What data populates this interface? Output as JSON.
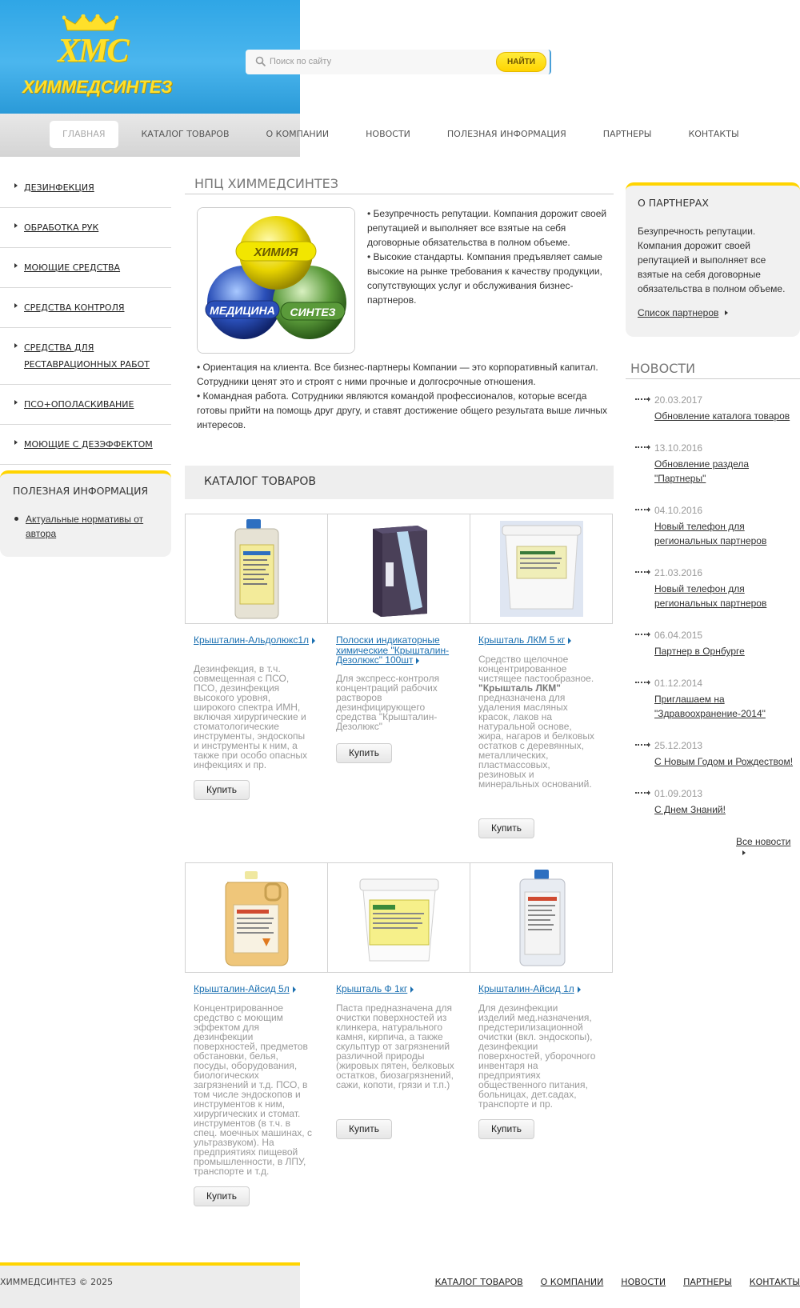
{
  "brand": {
    "logo_mark": "ХМС",
    "logo_name": "ХИММЕДСИНТЕЗ",
    "accent_yellow": "#ffd400",
    "accent_blue": "#2fa6e6"
  },
  "search": {
    "placeholder": "Поиск по сайту",
    "button_label": "НАЙТИ"
  },
  "nav": {
    "items": [
      {
        "label": "ГЛАВНАЯ",
        "active": true
      },
      {
        "label": "КАТАЛОГ ТОВАРОВ"
      },
      {
        "label": "О КОМПАНИИ"
      },
      {
        "label": "НОВОСТИ"
      },
      {
        "label": "ПОЛЕЗНАЯ ИНФОРМАЦИЯ"
      },
      {
        "label": "ПАРТНЕРЫ"
      },
      {
        "label": "КОНТАКТЫ"
      }
    ]
  },
  "left_menu": {
    "items": [
      {
        "label": "ДЕЗИНФЕКЦИЯ"
      },
      {
        "label": "ОБРАБОТКА РУК"
      },
      {
        "label": "МОЮЩИЕ СРЕДСТВА"
      },
      {
        "label": "СРЕДСТВА КОНТРОЛЯ"
      },
      {
        "label": "СРЕДСТВА ДЛЯ РЕСТАВРАЦИОННЫХ РАБОТ"
      },
      {
        "label": "ПСО+ОПОЛАСКИВАНИЕ"
      },
      {
        "label": "МОЮЩИЕ С ДЕЗЭФФЕКТОМ"
      }
    ]
  },
  "useful_info": {
    "title": "ПОЛЕЗНАЯ ИНФОРМАЦИЯ",
    "links": [
      "Актуальные нормативы от автора"
    ]
  },
  "about": {
    "title": "НПЦ ХИММЕДСИНТЕЗ",
    "image_labels": {
      "top": "ХИМИЯ",
      "left": "МЕДИЦИНА",
      "right": "СИНТЕЗ"
    },
    "para1": "• Безупречность репутации. Компания дорожит своей репутацией и выполняет все взятые на себя договорные обязательства в полном объеме.",
    "para2": "• Высокие стандарты. Компания предъявляет самые высокие на рынке требования к качеству продукции, сопутствующих услуг и обслуживания бизнес-партнеров.",
    "para3": "• Ориентация на клиента. Все бизнес-партнеры Компании — это корпоративный капитал. Сотрудники ценят это и строят с ними прочные и долгосрочные отношения.",
    "para4": "• Командная работа. Сотрудники являются командой профессионалов, которые всегда готовы прийти на помощь друг другу, и ставят достижение общего результата выше личных интересов."
  },
  "catalog": {
    "title": "КАТАЛОГ ТОВАРОВ",
    "buy_label": "Купить",
    "products": [
      {
        "title": "Крышталин-Альдолюкс1л",
        "desc": "Дезинфекция, в т.ч. совмещенная с ПСО, ПСО, дезинфекция высокого уровня, широкого спектра ИМН, включая хирургические и стоматологические инструменты, эндоскопы и инструменты к ним, а также при особо опасных инфекциях и пр.",
        "desc_bold": ""
      },
      {
        "title": "Полоски индикаторные химические \"Крышталин-Дезолюкс\" 100шт",
        "desc": "Для экспресс-контроля концентраций рабочих растворов дезинфицирующего средства \"Крышталин-Дезолюкс\"",
        "desc_bold": ""
      },
      {
        "title": "Крышталь ЛКМ 5 кг",
        "desc_pre": "Средство щелочное концентрированное чистящее пастообразное.",
        "desc_bold": "\"Крышталь ЛКМ\"",
        "desc": "предназначена для удаления масляных красок, лаков на натуральной основе, жира, нагаров и белковых остатков с деревянных, металлических, пластмассовых, резиновых и минеральных оснований."
      },
      {
        "title": "Крышталин-Айсид 5л",
        "desc": "Концентрированное средство с моющим эффектом для дезинфекции поверхностей, предметов обстановки, белья, посуды, оборудования, биологических загрязнений и т.д. ПСО, в том числе эндоскопов и инструментов к ним, хирургических и стомат. инструментов (в т.ч. в спец. моечных машинах, с ультразвуком). На предприятиях пищевой промышленности, в ЛПУ, транспорте и т.д.",
        "desc_bold": ""
      },
      {
        "title": "Крышталь Ф 1кг",
        "desc": "Паста предназначена для очистки поверхностей из клинкера, натурального камня, кирпича, а также скульптур от загрязнений различной природы (жировых пятен, белковых остатков, биозагрязнений, сажи, копоти, грязи и т.п.)",
        "desc_bold": ""
      },
      {
        "title": "Крышталин-Айсид 1л",
        "desc": "Для дезинфекции изделий мед.назначения, предстерилизационной очистки (вкл. эндоскопы), дезинфекции поверхностей, уборочного инвентаря на предприятиях общественного питания, больницах, дет.садах, транспорте и пр.",
        "desc_bold": ""
      }
    ]
  },
  "partners": {
    "title": "О ПАРТНЕРАХ",
    "text": "Безупречность репутации. Компания дорожит своей репутацией и выполняет все взятые на себя договорные обязательства в полном объеме.",
    "link": "Список партнеров"
  },
  "news": {
    "title": "НОВОСТИ",
    "items": [
      {
        "date": "20.03.2017",
        "title": "Обновление каталога товаров"
      },
      {
        "date": "13.10.2016",
        "title": "Обновление раздела \"Партнеры\""
      },
      {
        "date": "04.10.2016",
        "title": "Новый телефон для региональных партнеров"
      },
      {
        "date": "21.03.2016",
        "title": "Новый телефон для региональных партнеров"
      },
      {
        "date": "06.04.2015",
        "title": "Партнер в Орнбурге"
      },
      {
        "date": "01.12.2014",
        "title": "Приглашаем на \"Здравоохранение-2014\""
      },
      {
        "date": "25.12.2013",
        "title": "С Новым Годом и Рождеством!"
      },
      {
        "date": "01.09.2013",
        "title": "С Днем Знаний!"
      }
    ],
    "all_link": "Все новости"
  },
  "footer": {
    "copyright": "ХИММЕДСИНТЕЗ © 2025",
    "links": [
      "КАТАЛОГ ТОВАРОВ",
      "О КОМПАНИИ",
      "НОВОСТИ",
      "ПАРТНЕРЫ",
      "КОНТАКТЫ"
    ]
  }
}
